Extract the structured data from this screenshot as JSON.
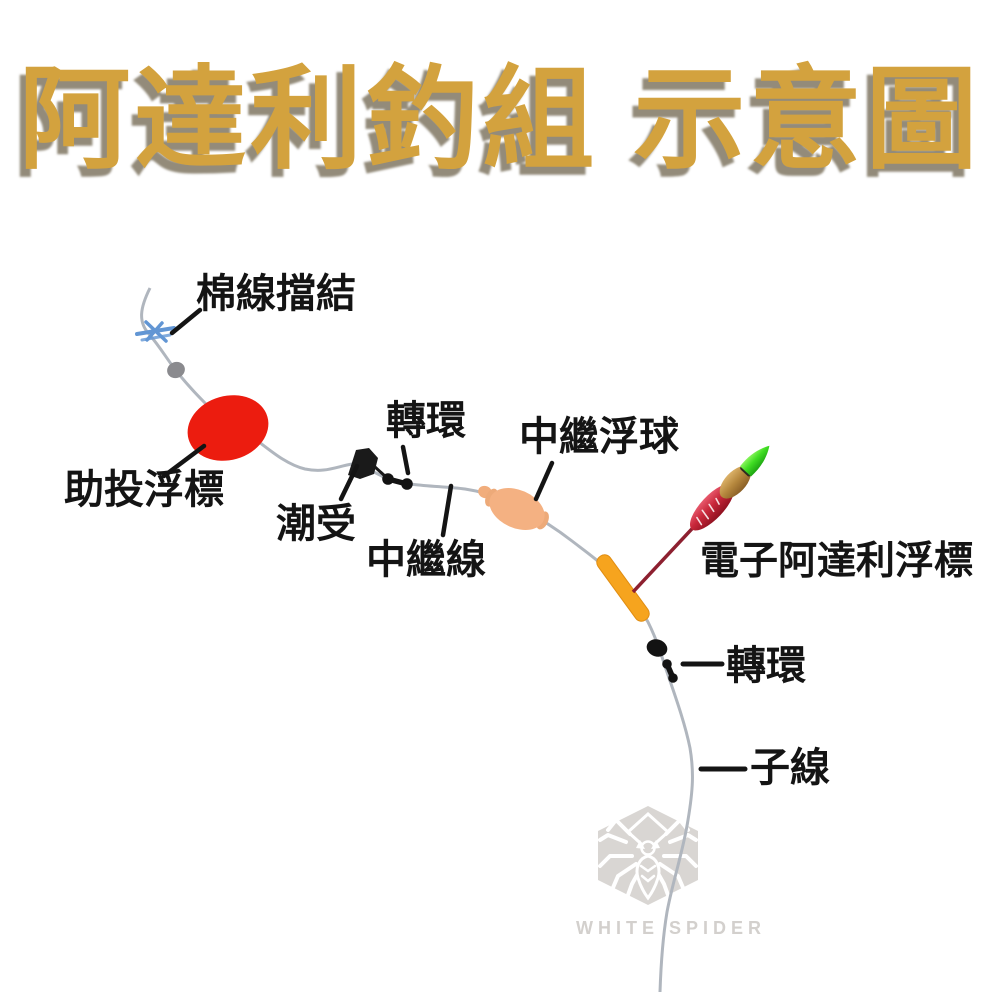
{
  "title": "阿達利釣組 示意圖",
  "labels": {
    "stopper_knot": "棉線擋結",
    "cast_assist_float": "助投浮標",
    "tide_receiver": "潮受",
    "swivel_1": "轉環",
    "relay_line": "中繼線",
    "relay_float_ball": "中繼浮球",
    "electronic_float": "電子阿達利浮標",
    "swivel_2": "轉環",
    "leader_line": "子線"
  },
  "watermark": {
    "brand": "WHITE SPIDER",
    "logo": "spider-hexagon-icon"
  },
  "colors": {
    "title_gold": "#D3A23E",
    "title_shadow": "#807763",
    "cast_float_red": "#EC1C0F",
    "relay_float_peach": "#F4B182",
    "float_stop_tube_orange": "#F6A41E",
    "electronic_float_tip_green": "#3FDD22",
    "electronic_float_body_red": "#C22B3A",
    "electronic_float_body_gold": "#B9893F",
    "fishing_line_gray": "#B0B6BE",
    "hardware_black": "#151515",
    "stopper_knot_blue": "#6296D4",
    "bead_gray": "#8A8A8E",
    "label_black": "#141414",
    "watermark_gray": "#D9D6D3"
  }
}
